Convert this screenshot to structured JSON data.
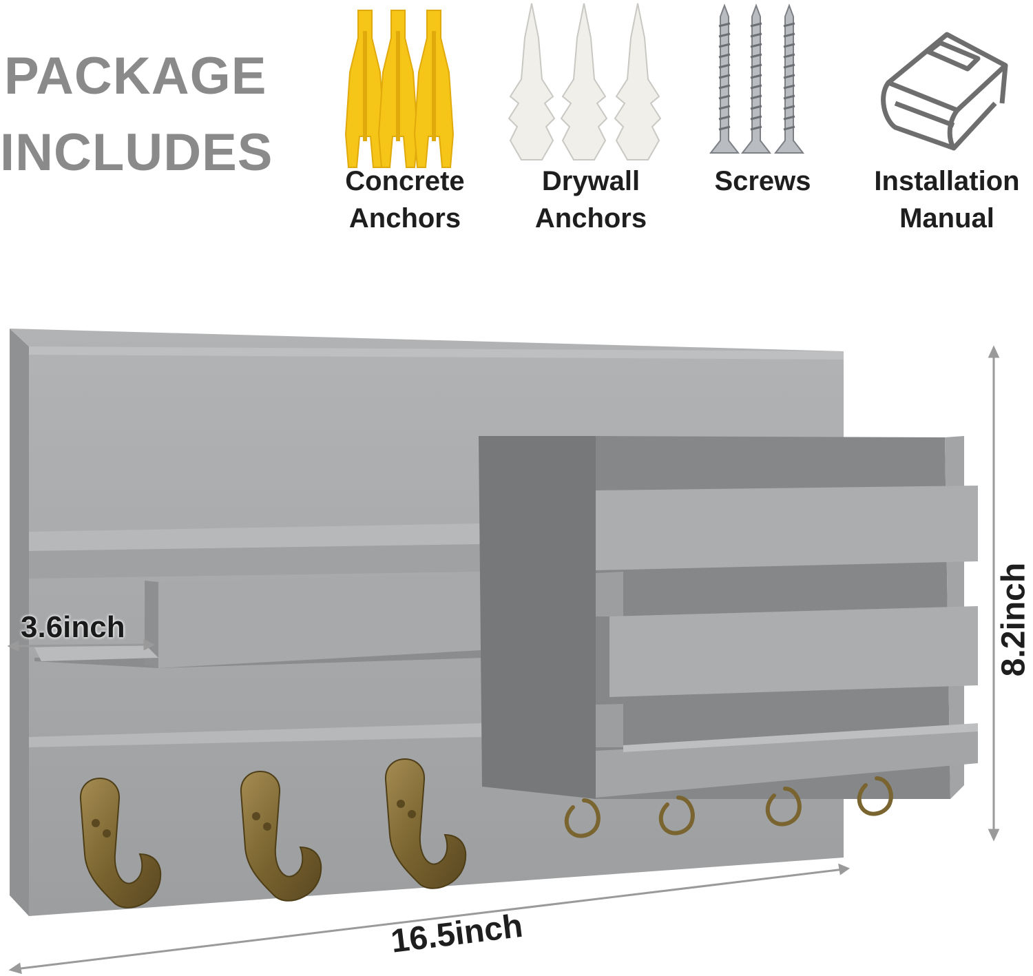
{
  "heading": {
    "line1": "PACKAGE",
    "line2": "INCLUDES"
  },
  "items": [
    {
      "line1": "Concrete",
      "line2": "Anchors",
      "icon": "concrete-anchor-icon",
      "color": "#f5c518"
    },
    {
      "line1": "Drywall",
      "line2": "Anchors",
      "icon": "drywall-anchor-icon",
      "color": "#efefea"
    },
    {
      "line1": "Screws",
      "line2": "",
      "icon": "screw-icon",
      "color": "#b9bcc0"
    },
    {
      "line1": "Installation",
      "line2": "Manual",
      "icon": "manual-book-icon",
      "color": "#6e6e6e"
    }
  ],
  "dimensions": {
    "depth": "3.6inch",
    "height": "8.2inch",
    "width": "16.5inch"
  },
  "colors": {
    "wood": "#a7a9ab",
    "wood_dark": "#8d8f91",
    "wood_shadow": "#6f7173",
    "hook_brass": "#8a7340"
  }
}
